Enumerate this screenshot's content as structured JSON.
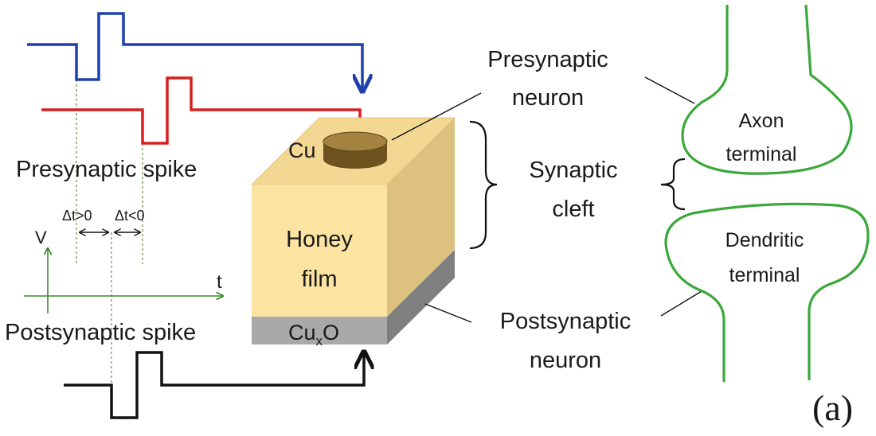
{
  "labels": {
    "presynaptic_spike": "Presynaptic spike",
    "postsynaptic_spike": "Postsynaptic spike",
    "dt_pos": "Δt>0",
    "dt_neg": "Δt<0",
    "axis_v": "V",
    "axis_t": "t",
    "cu": "Cu",
    "honey_line1": "Honey",
    "honey_line2": "film",
    "cuxo_base": "Cu",
    "cuxo_sub": "x",
    "cuxo_end": "O",
    "presynaptic_neuron_line1": "Presynaptic",
    "presynaptic_neuron_line2": "neuron",
    "synaptic_cleft_line1": "Synaptic",
    "synaptic_cleft_line2": "cleft",
    "postsynaptic_neuron_line1": "Postsynaptic",
    "postsynaptic_neuron_line2": "neuron",
    "axon_line1": "Axon",
    "axon_line2": "terminal",
    "dendritic_line1": "Dendritic",
    "dendritic_line2": "terminal",
    "panel": "(a)"
  },
  "colors": {
    "presynaptic_signal": "#1f3fae",
    "delayed_presynaptic_signal": "#d81e1e",
    "postsynaptic_signal": "#111111",
    "axis": "#3c8a2e",
    "neuron_outline": "#3aa83a",
    "honey_front": "#fbe3a2",
    "honey_top": "#f3d893",
    "honey_side": "#dcc17f",
    "cuxo_front": "#a9a9a9",
    "cuxo_side": "#7f7f7f",
    "cu_electrode": "#8a6b2e"
  }
}
